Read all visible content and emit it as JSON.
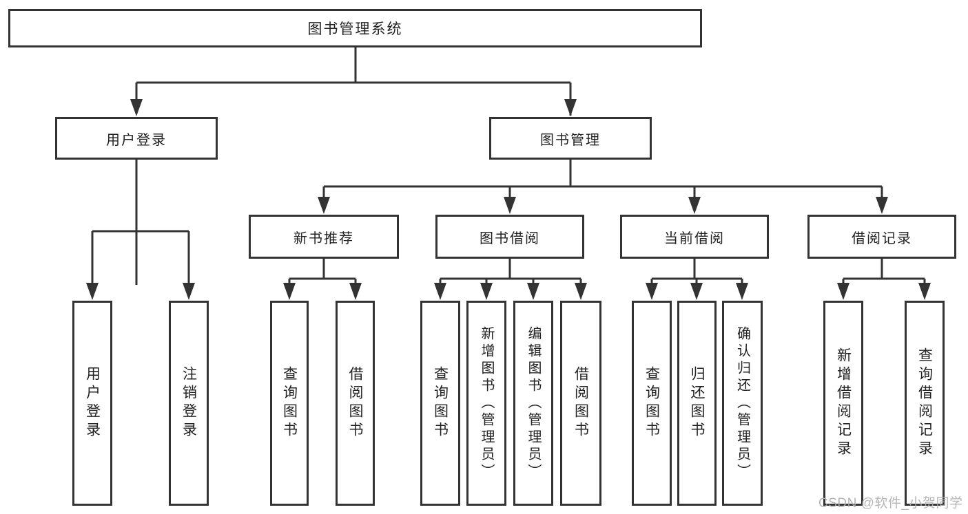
{
  "tree": {
    "root": {
      "label": "图书管理系统"
    },
    "children": [
      {
        "label": "用户登录",
        "children": [
          {
            "label": "用户登录"
          },
          {
            "label": "注销登录"
          }
        ]
      },
      {
        "label": "图书管理",
        "children": [
          {
            "label": "新书推荐",
            "children": [
              {
                "label": "查询图书"
              },
              {
                "label": "借阅图书"
              }
            ]
          },
          {
            "label": "图书借阅",
            "children": [
              {
                "label": "查询图书"
              },
              {
                "label": "新增图书（管理员）"
              },
              {
                "label": "编辑图书（管理员）"
              },
              {
                "label": "借阅图书"
              }
            ]
          },
          {
            "label": "当前借阅",
            "children": [
              {
                "label": "查询图书"
              },
              {
                "label": "归还图书"
              },
              {
                "label": "确认归还（管理员）"
              }
            ]
          },
          {
            "label": "借阅记录",
            "children": [
              {
                "label": "新增借阅记录"
              },
              {
                "label": "查询借阅记录"
              }
            ]
          }
        ]
      }
    ]
  },
  "watermark": {
    "text": "CSDN @软件_小贺同学"
  },
  "colors": {
    "line": "#333333",
    "text": "#222222",
    "box_background": "#ffffff",
    "watermark": "#b0b0b0"
  }
}
